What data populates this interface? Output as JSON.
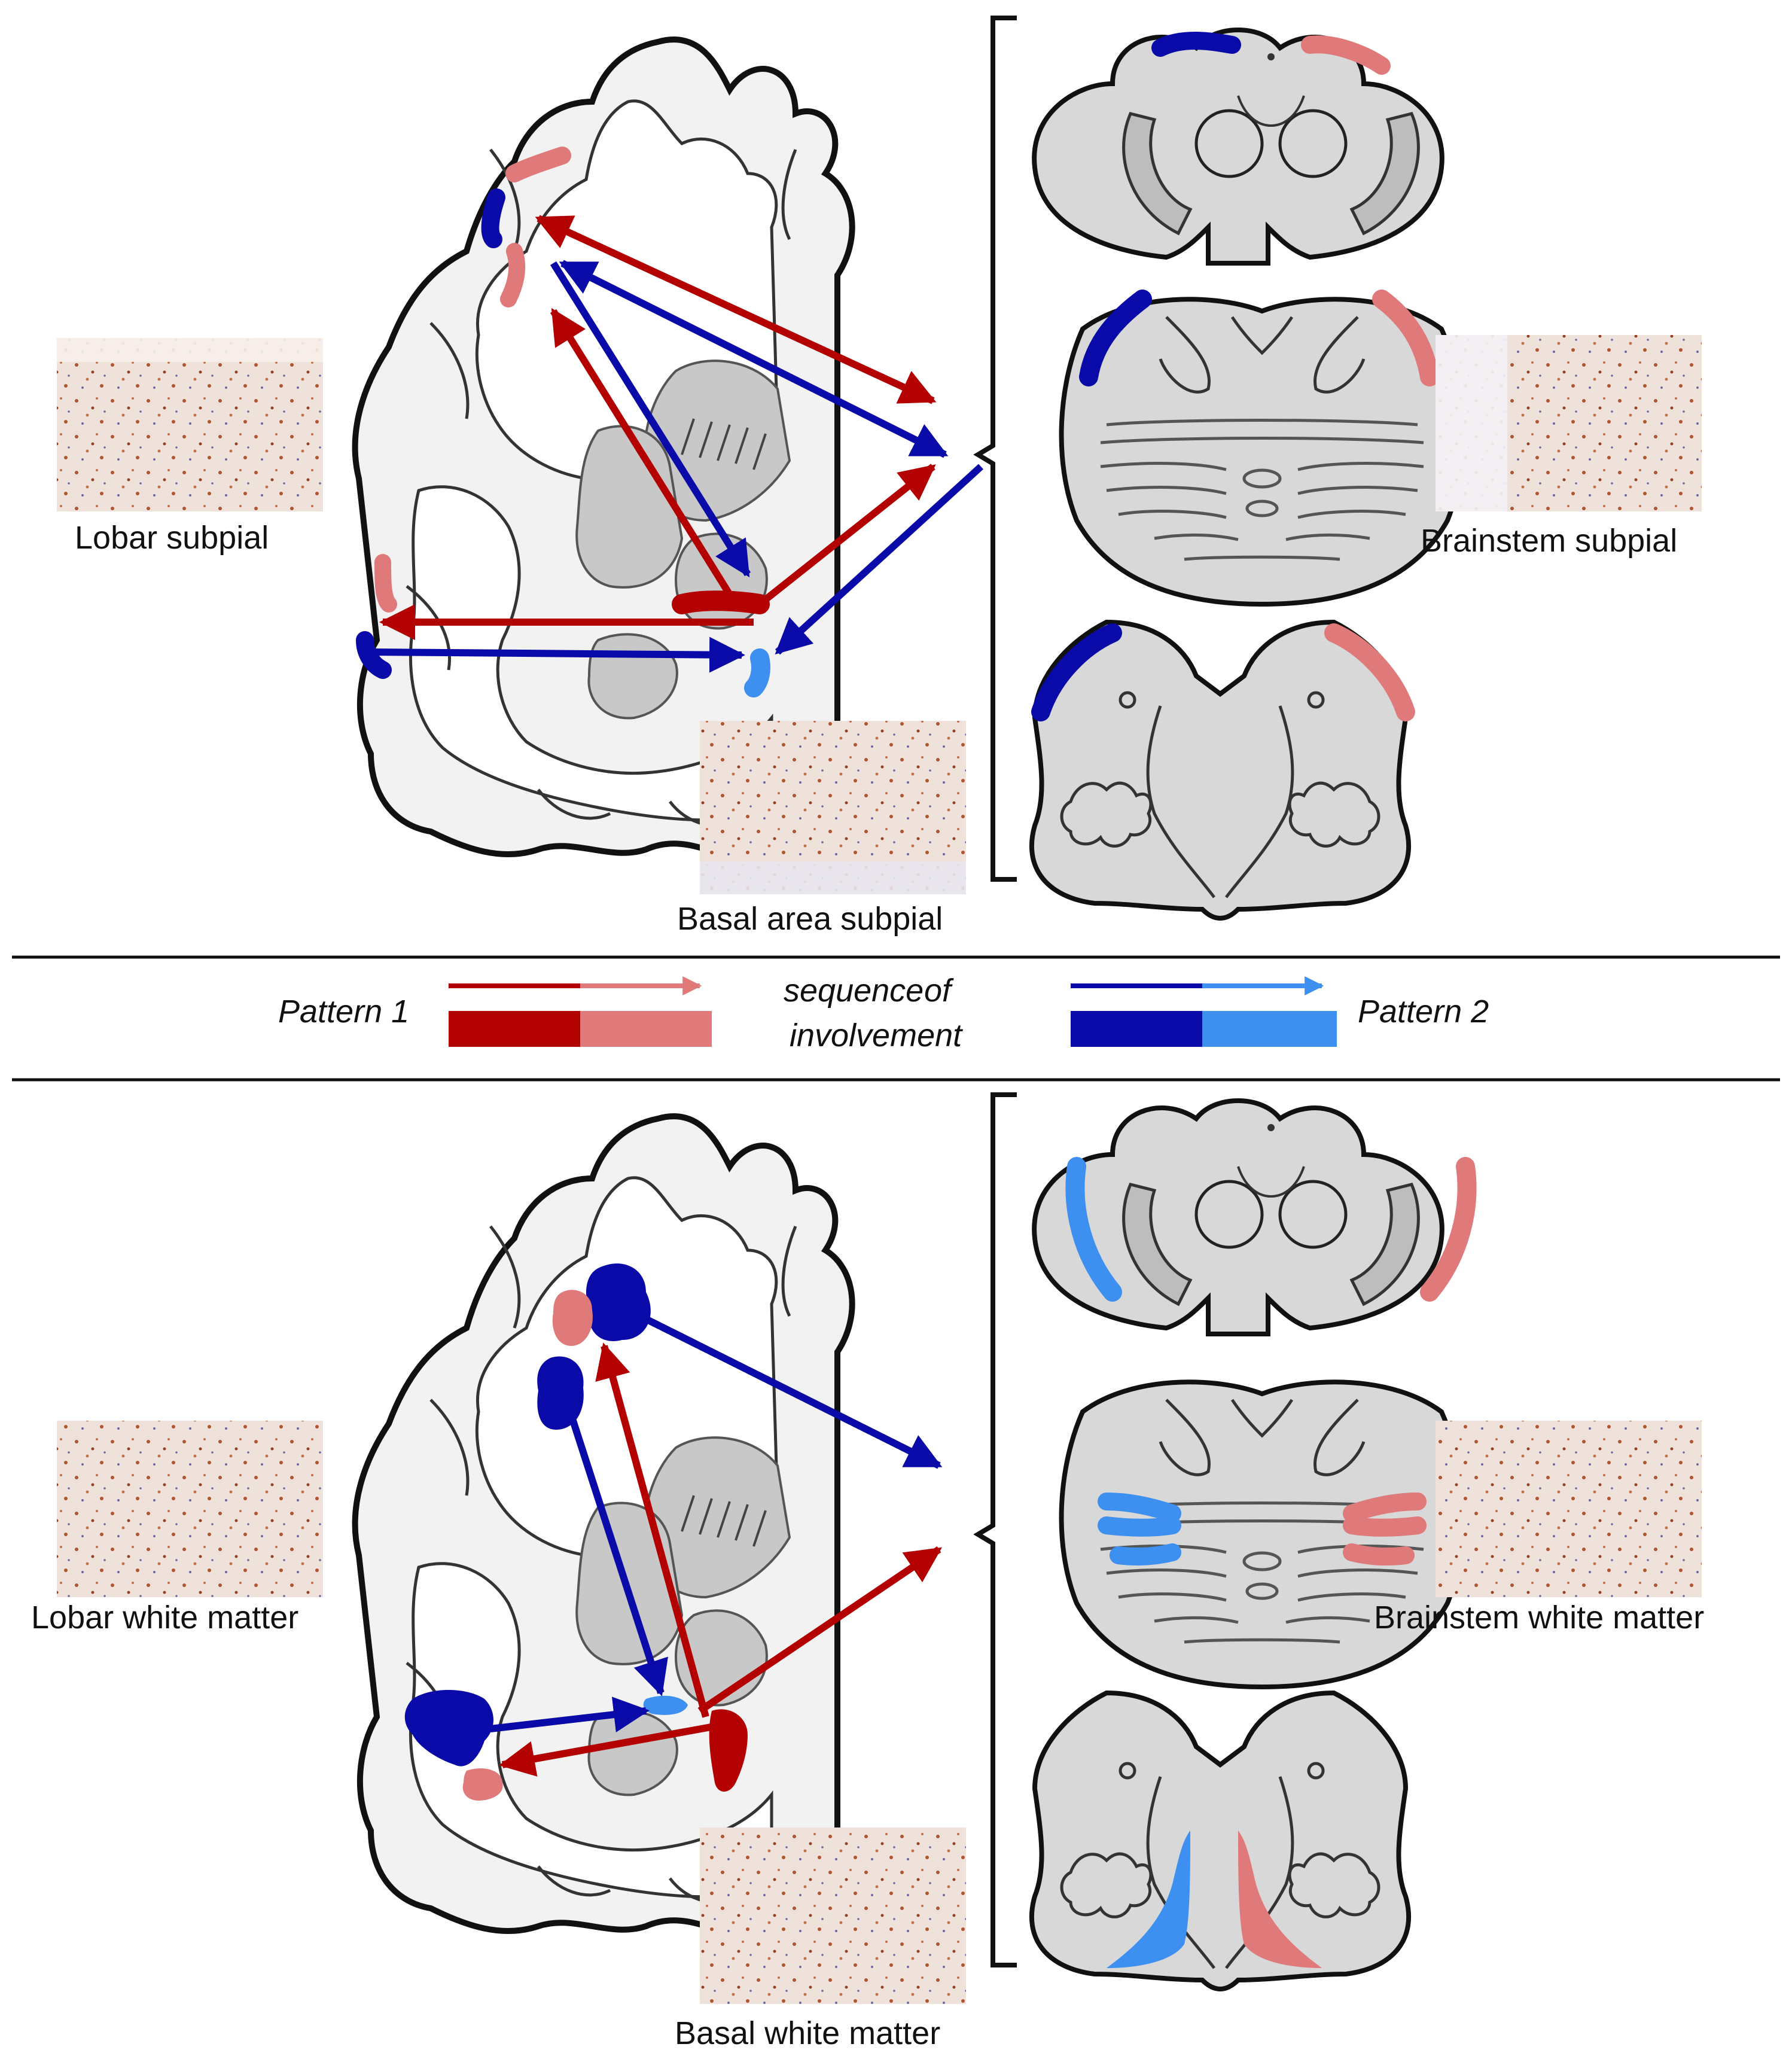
{
  "top_panel": {
    "labels": {
      "lobar": "Lobar subpial",
      "brainstem": "Brainstem subpial",
      "basal": "Basal area subpial"
    }
  },
  "legend": {
    "pattern1": "Pattern 1",
    "sequence_line1": "sequence",
    "sequence_line2": "of",
    "sequence_line3": "involvement",
    "pattern2": "Pattern 2",
    "colors": {
      "pattern1_early": "#b30000",
      "pattern1_late": "#e07a7a",
      "pattern2_early": "#0a0aa8",
      "pattern2_late": "#3d8ff0"
    }
  },
  "bottom_panel": {
    "labels": {
      "lobar": "Lobar white matter",
      "brainstem": "Brainstem white matter",
      "basal": "Basal white matter"
    }
  },
  "micrograph_colors": {
    "background": "#efe2da",
    "stain": "#b0552e",
    "counterstain": "#6a6aa0"
  }
}
